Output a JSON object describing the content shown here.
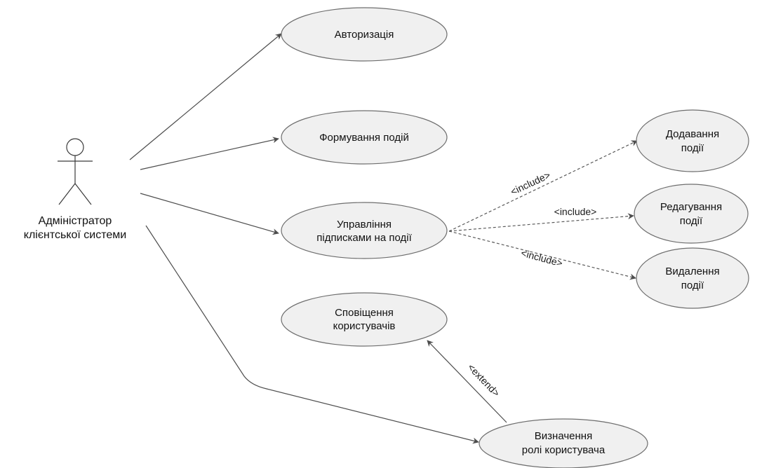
{
  "actor": {
    "label_line1": "Адміністратор",
    "label_line2": "клієнтської системи"
  },
  "use_cases": {
    "authorization": "Авторизація",
    "event_forming": "Формування подій",
    "subscription_mgmt_line1": "Управління",
    "subscription_mgmt_line2": "підписками на події",
    "add_event_line1": "Додавання",
    "add_event_line2": "події",
    "edit_event_line1": "Редагування",
    "edit_event_line2": "події",
    "delete_event_line1": "Видалення",
    "delete_event_line2": "події",
    "notify_users_line1": "Сповіщення",
    "notify_users_line2": "користувачів",
    "role_define_line1": "Визначення",
    "role_define_line2": "ролі користувача"
  },
  "stereotypes": {
    "include_add": "<include>",
    "include_edit": "<include>",
    "include_delete": "<include>",
    "extend": "<extend>"
  }
}
